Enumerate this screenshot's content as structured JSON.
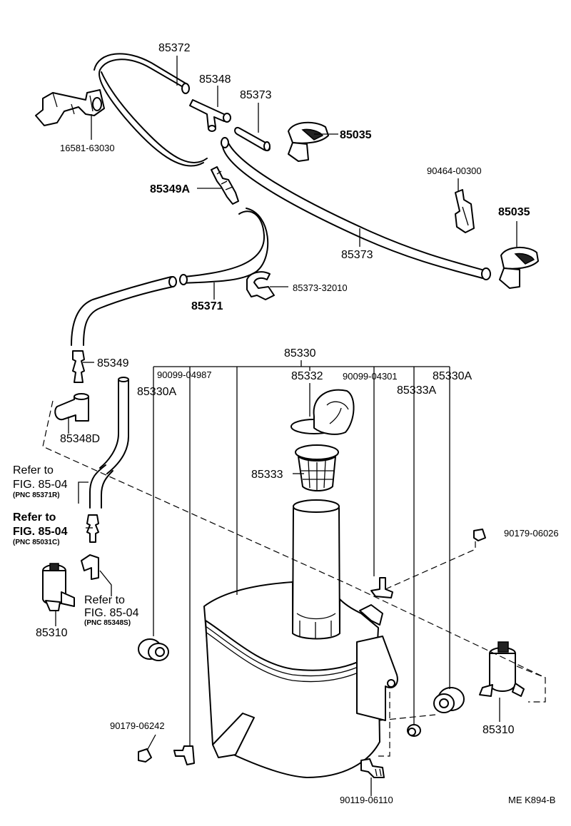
{
  "labels": {
    "p85372": "85372",
    "p85348": "85348",
    "p85373_top": "85373",
    "p85035_top": "85035",
    "p16581": "16581-63030",
    "p85349A": "85349A",
    "p90464": "90464-00300",
    "p85035_right": "85035",
    "p85373_mid": "85373",
    "p85373_32010": "85373-32010",
    "p85371": "85371",
    "p85349": "85349",
    "p85348D": "85348D",
    "p85330": "85330",
    "p90099_04987": "90099-04987",
    "p85332": "85332",
    "p90099_04301": "90099-04301",
    "p85330A_right": "85330A",
    "p85330A_left": "85330A",
    "p85333A": "85333A",
    "p85333": "85333",
    "p90179_06026": "90179-06026",
    "p85310_left": "85310",
    "p90179_06242": "90179-06242",
    "p85310_right": "85310",
    "p90119_06110": "90119-06110",
    "code": "ME  K894-B"
  },
  "refs": {
    "ref1_line1": "Refer to",
    "ref1_line2": "FIG. 85-04",
    "ref1_line3": "(PNC 85371R)",
    "ref2_line1": "Refer to",
    "ref2_line2": "FIG. 85-04",
    "ref2_line3": "(PNC 85031C)",
    "ref3_line1": "Refer to",
    "ref3_line2": "FIG. 85-04",
    "ref3_line3": "(PNC 85348S)"
  }
}
